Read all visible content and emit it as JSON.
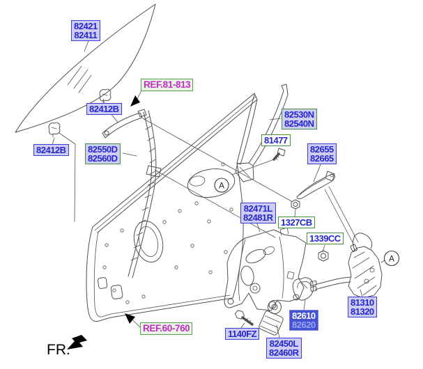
{
  "diagram_title": "Front door glass & regulator parts diagram",
  "labels": {
    "glass": {
      "lines": [
        "82421",
        "82411"
      ]
    },
    "ref_81": {
      "text": "REF.81-813"
    },
    "clip_upper": {
      "lines": [
        "82412B"
      ]
    },
    "clip_lower": {
      "lines": [
        "82412B"
      ]
    },
    "channel_front": {
      "lines": [
        "82550D",
        "82560D"
      ]
    },
    "run_channel": {
      "lines": [
        "82530N",
        "82540N"
      ]
    },
    "bolt_81477": {
      "lines": [
        "81477"
      ]
    },
    "handle_base": {
      "lines": [
        "82655",
        "82665"
      ]
    },
    "regulator": {
      "lines": [
        "82471L",
        "82481R"
      ]
    },
    "nut_1327": {
      "lines": [
        "1327CB"
      ]
    },
    "nut_1339": {
      "lines": [
        "1339CC"
      ]
    },
    "inner_handle": {
      "lines": [
        "82610",
        "82620"
      ]
    },
    "latch": {
      "lines": [
        "81310",
        "81320"
      ]
    },
    "bolt_1140": {
      "lines": [
        "1140FZ"
      ]
    },
    "motor": {
      "lines": [
        "82450L",
        "82460R"
      ]
    },
    "ref_60": {
      "text": "REF.60-760"
    },
    "fr": {
      "text": "FR."
    },
    "callout_a": {
      "text": "A"
    }
  },
  "palette": {
    "part_number_text": "#2626cf",
    "label_fill": "#cdcdf2",
    "label_border_blue": "#3b3bd6",
    "label_border_green": "#43913f",
    "selected_fill": "#4553d2",
    "selected_line1_text": "#ffffff",
    "selected_line2_text": "#98a6f2",
    "ref_text": "#c32cc3",
    "ref_fill": "#e9f4e7",
    "line_art": "#4f4f4f"
  }
}
